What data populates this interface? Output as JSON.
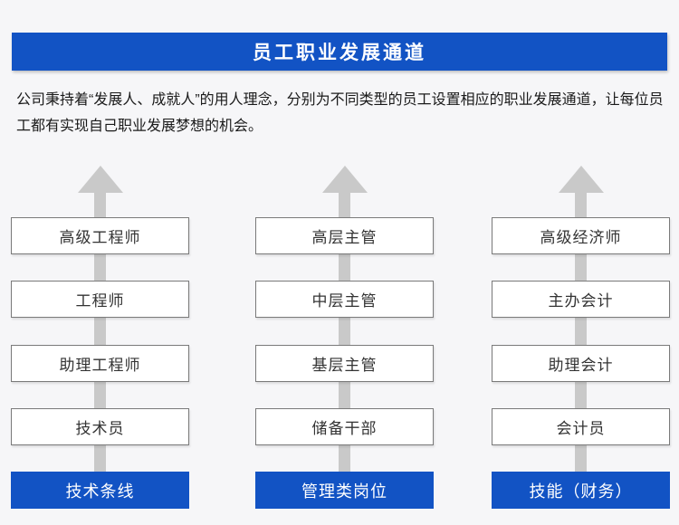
{
  "header": {
    "title": "员工职业发展通道"
  },
  "intro": {
    "text": "公司秉持着“发展人、成就人”的用人理念，分别为不同类型的员工设置相应的职业发展通道，让每位员工都有实现自己职业发展梦想的机会。"
  },
  "columns": [
    {
      "track_label": "技术条线",
      "levels_bottom_to_top": [
        "技术员",
        "助理工程师",
        "工程师",
        "高级工程师"
      ]
    },
    {
      "track_label": "管理类岗位",
      "levels_bottom_to_top": [
        "储备干部",
        "基层主管",
        "中层主管",
        "高层主管"
      ]
    },
    {
      "track_label": "技能（财务）",
      "levels_bottom_to_top": [
        "会计员",
        "助理会计",
        "主办会计",
        "高级经济师"
      ]
    }
  ],
  "icons": {
    "up_arrow": "upward-progression-arrow"
  },
  "colors": {
    "accent_blue": "#1253c4",
    "arrow_gray": "#c9c9c9",
    "box_border": "#7a7a7a",
    "background": "#f6f6f8"
  }
}
